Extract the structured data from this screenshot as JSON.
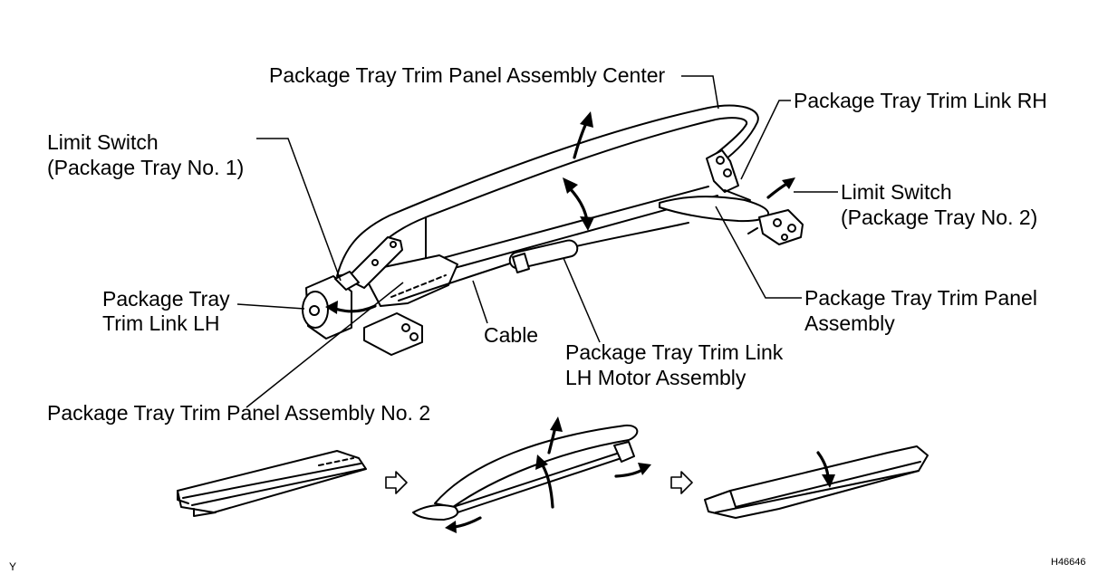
{
  "labels": {
    "center_panel": "Package Tray Trim Panel Assembly Center",
    "trim_link_rh": "Package Tray Trim Link RH",
    "limit_switch_no1": {
      "line1": "Limit Switch",
      "line2": "(Package Tray No. 1)"
    },
    "limit_switch_no2": {
      "line1": "Limit Switch",
      "line2": "(Package Tray No. 2)"
    },
    "trim_link_lh": {
      "line1": "Package Tray",
      "line2": "Trim Link LH"
    },
    "trim_panel_assembly": {
      "line1": "Package Tray Trim Panel",
      "line2": "Assembly"
    },
    "cable": "Cable",
    "motor_assembly": {
      "line1": "Package Tray Trim Link",
      "line2": "LH Motor Assembly"
    },
    "panel_no2": "Package Tray Trim Panel Assembly No. 2"
  },
  "corner_mark": "Y",
  "figure_code": "H46646",
  "colors": {
    "ink": "#000000",
    "background": "#ffffff"
  }
}
